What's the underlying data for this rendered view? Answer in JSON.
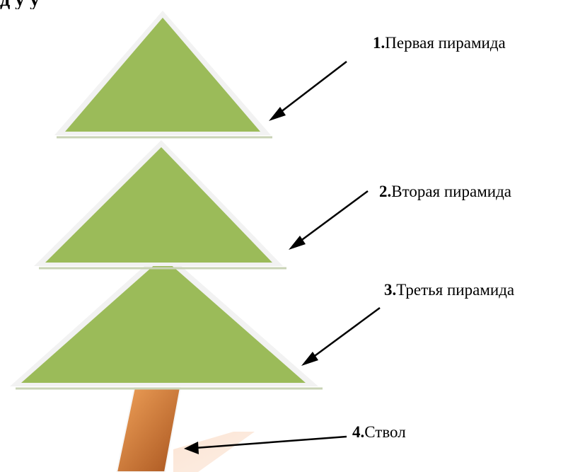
{
  "header_fragment": "д                у        у",
  "labels": [
    {
      "num": "1.",
      "text": "Первая пирамида"
    },
    {
      "num": "2.",
      "text": "Вторая пирамида"
    },
    {
      "num": "3.",
      "text": "Третья пирамида"
    },
    {
      "num": "4.",
      "text": "Ствол"
    }
  ],
  "colors": {
    "foliage": "#9bbb59",
    "foliage_border": "#f2f2f2",
    "base_shadow": "#c9d3b6",
    "trunk_light": "#f0a25a",
    "trunk_dark": "#a9551f",
    "trunk_shadow": "#fbe3d2",
    "arrow": "#000000"
  }
}
